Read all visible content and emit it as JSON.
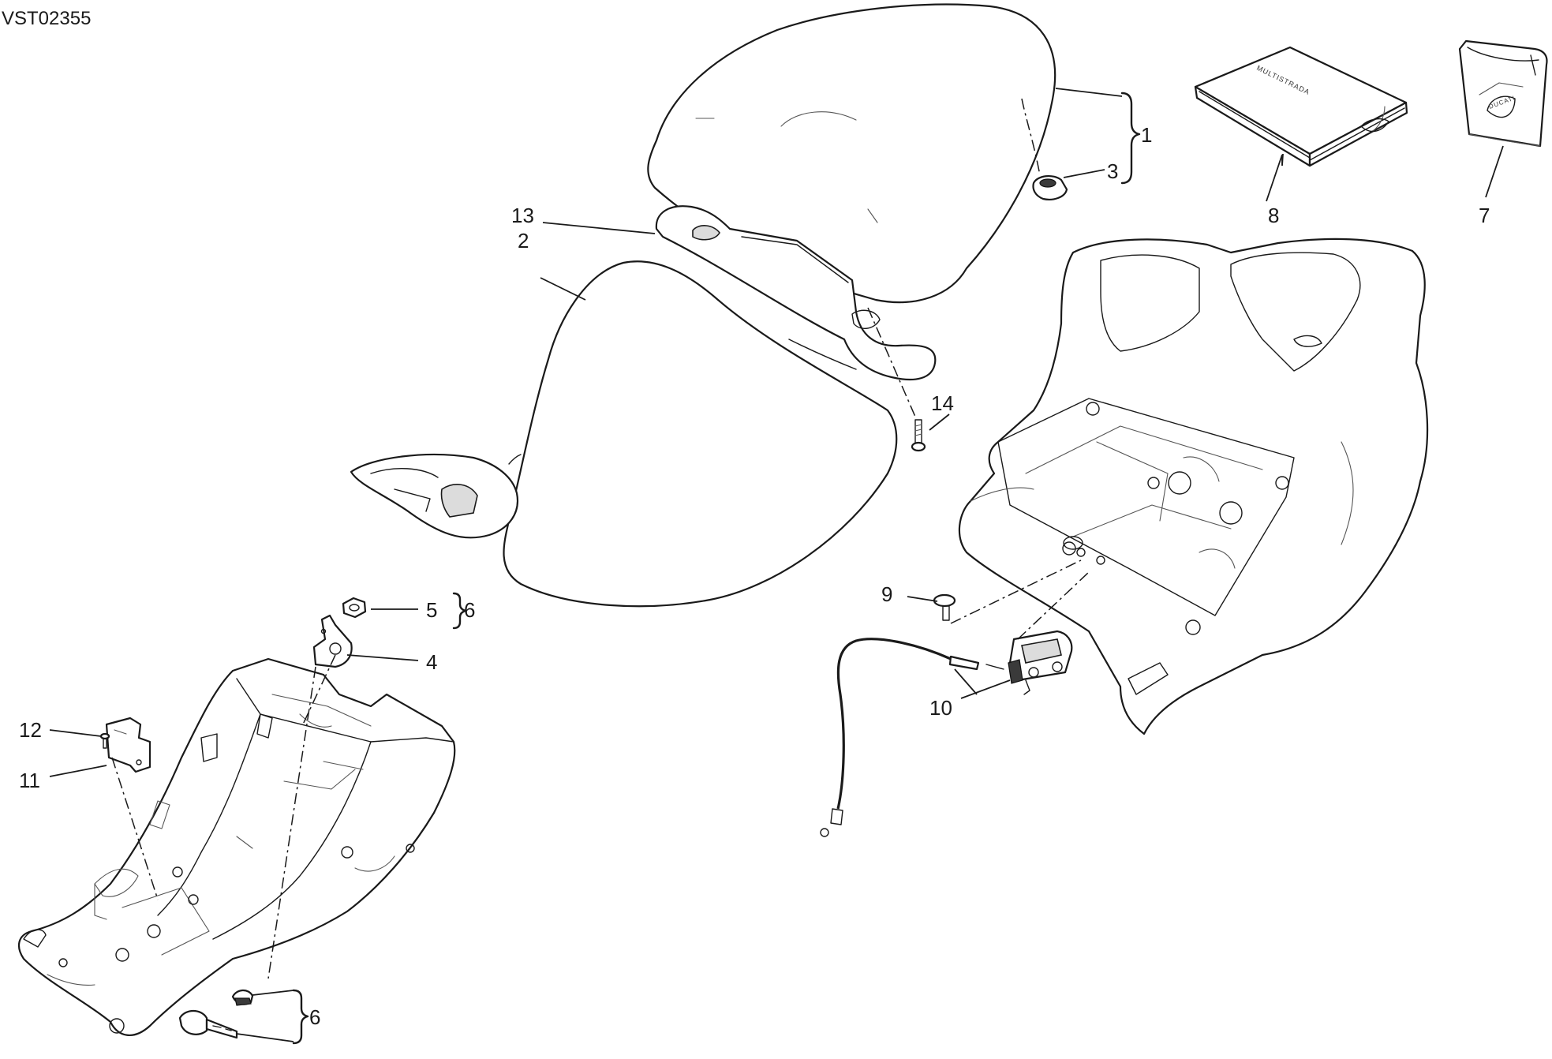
{
  "drawing_code": "VST02355",
  "book_cover_text": "MULTISTRADA",
  "pouch_logo_text": "DUCATI",
  "callouts": {
    "c1": "1",
    "c2": "2",
    "c3": "3",
    "c4": "4",
    "c5": "5",
    "c6_upper": "6",
    "c6_lower": "6",
    "c7": "7",
    "c8": "8",
    "c9": "9",
    "c10": "10",
    "c11": "11",
    "c12": "12",
    "c13": "13",
    "c14": "14"
  }
}
